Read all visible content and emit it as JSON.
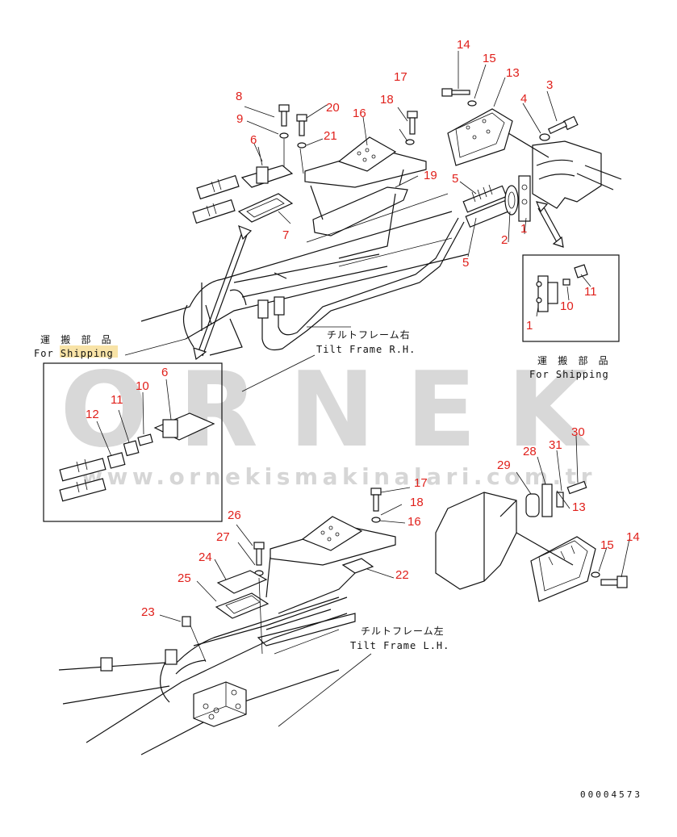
{
  "callouts": {
    "c14a": "14",
    "c15a": "15",
    "c13a": "13",
    "c3": "3",
    "c4": "4",
    "c17a": "17",
    "c18a": "18",
    "c16a": "16",
    "c8": "8",
    "c20": "20",
    "c9": "9",
    "c21": "21",
    "c6a": "6",
    "c19": "19",
    "c5a": "5",
    "c7": "7",
    "c2": "2",
    "c1a": "1",
    "c5b": "5",
    "c11a": "11",
    "c10a": "10",
    "c1b": "1",
    "c6b": "6",
    "c10b": "10",
    "c11b": "11",
    "c12": "12",
    "c30": "30",
    "c28": "28",
    "c31": "31",
    "c29": "29",
    "c13b": "13",
    "c17b": "17",
    "c18b": "18",
    "c16b": "16",
    "c15b": "15",
    "c14b": "14",
    "c26": "26",
    "c27": "27",
    "c24": "24",
    "c25": "25",
    "c22": "22",
    "c23": "23"
  },
  "labels": {
    "shipping_jp_left": "運 搬 部 品",
    "shipping_en_left": "For Shipping",
    "shipping_jp_right": "運 搬 部 品",
    "shipping_en_right": "For Shipping",
    "tilt_rh_jp": "チルトフレーム右",
    "tilt_rh_en": "Tilt Frame R.H.",
    "tilt_lh_jp": "チルトフレーム左",
    "tilt_lh_en": "Tilt Frame L.H.",
    "drawing_code": "00004573"
  },
  "watermark": {
    "brand": "ORNEK",
    "url": "www.ornekismakinalari.com.tr"
  },
  "colors": {
    "callout": "#e0201b",
    "line": "#111111",
    "watermark": "#d2d2d2",
    "highlight": "#f5d98a"
  }
}
